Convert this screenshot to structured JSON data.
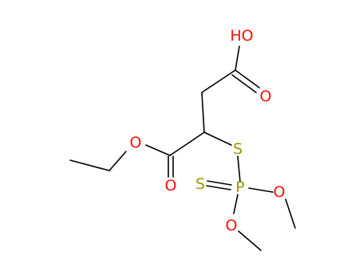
{
  "diagram": {
    "atom_colors": {
      "O": "#ff0d0d",
      "S": "#999900",
      "P": "#999900"
    },
    "bond_color": "#000000",
    "labels": {
      "hydroxyl": "HO",
      "acid_carbonyl_o": "O",
      "ester_o": "O",
      "ester_carbonyl_o": "O",
      "thioether_s": "S",
      "phosphorus": "P",
      "thiono_s": "S",
      "methoxy_o_right": "O",
      "methoxy_o_bottom": "O"
    }
  }
}
